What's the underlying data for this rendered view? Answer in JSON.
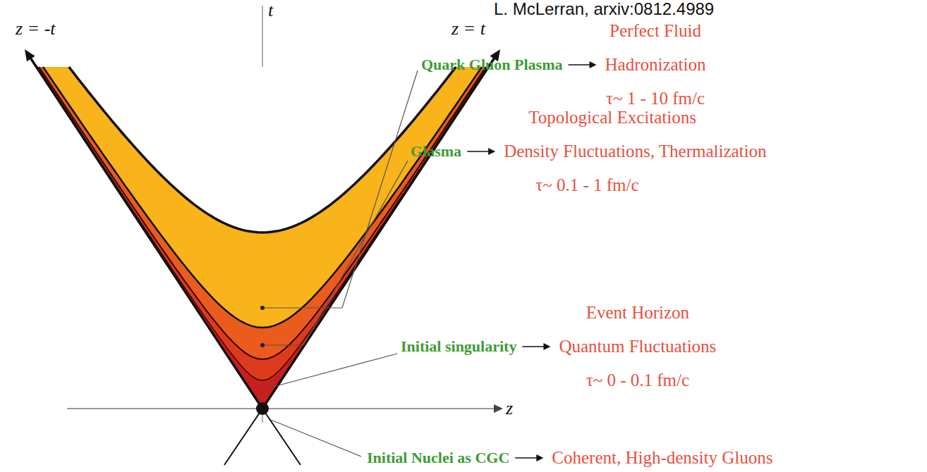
{
  "diagram": {
    "labels": [
      "L. McLerran, arxiv:0812.4989",
      "t",
      "z",
      "z = -t",
      "z = t",
      "Quark Gluon Plasma",
      "Perfect Fluid",
      "Hadronization",
      "τ~ 1 - 10 fm/c",
      "Glasma",
      "Topological Excitations",
      "Density Fluctuations, Thermalization",
      "τ~ 0.1 - 1 fm/c",
      "Initial singularity",
      "Event Horizon",
      "Quantum Fluctuations",
      "τ~ 0 - 0.1 fm/c",
      "Initial Nuclei as CGC",
      "Coherent, High-density Gluons"
    ]
  }
}
